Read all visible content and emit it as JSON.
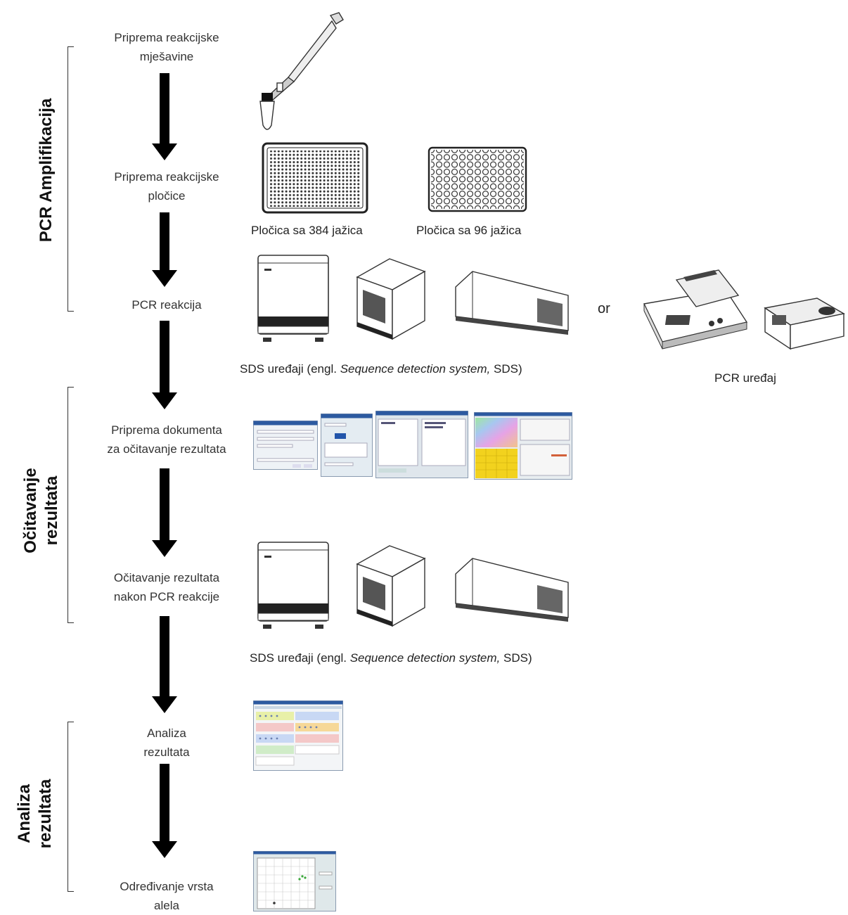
{
  "sections": {
    "amplification": "PCR Amplifikacija",
    "reading": [
      "Očitavanje",
      "rezultata"
    ],
    "analysis": [
      "Analiza",
      "rezultata"
    ]
  },
  "steps": [
    [
      "Priprema reakcijske",
      "mješavine"
    ],
    [
      "Priprema reakcijske",
      "pločice"
    ],
    [
      "PCR reakcija"
    ],
    [
      "Priprema dokumenta",
      "za očitavanje rezultata"
    ],
    [
      "Očitavanje rezultata",
      "nakon PCR reakcije"
    ],
    [
      "Analiza",
      "rezultata"
    ],
    [
      "Određivanje vrsta",
      "alela"
    ]
  ],
  "captions": {
    "plate384": "Pločica sa 384 jažica",
    "plate96": "Pločica sa 96 jažica",
    "sds_prefix": "SDS uređaji (engl. ",
    "sds_italic": "Sequence detection system,",
    "sds_suffix": " SDS)",
    "or": "or",
    "pcr_device": "PCR uređaj"
  }
}
